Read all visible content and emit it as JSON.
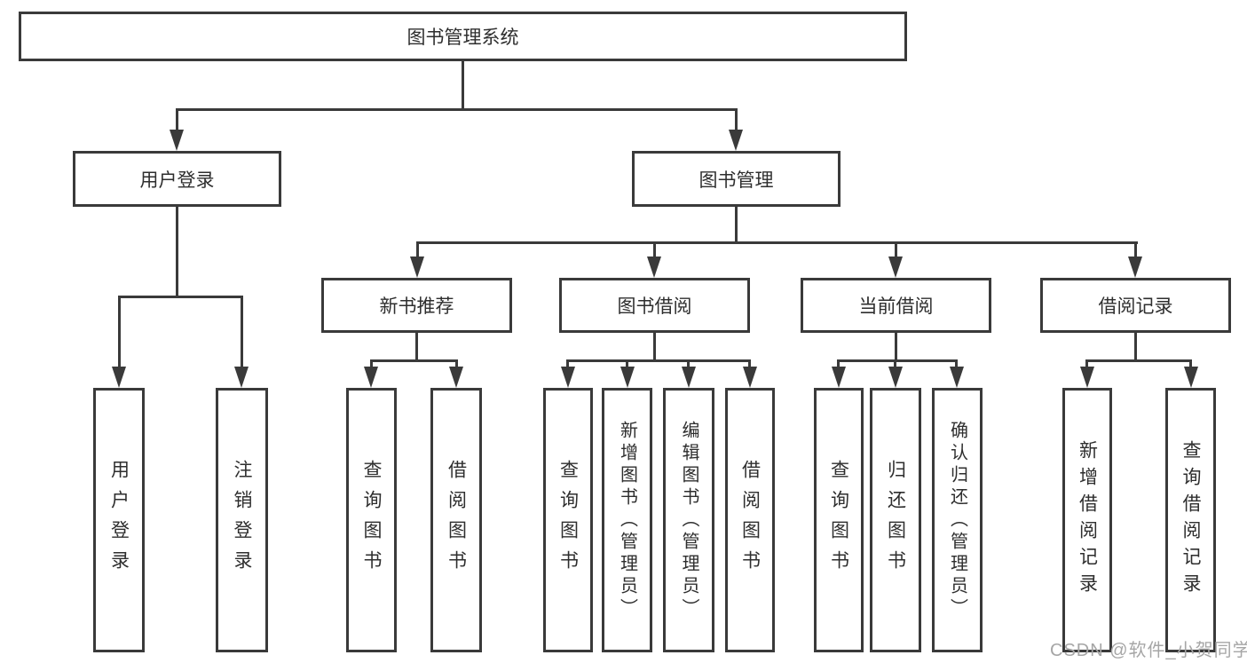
{
  "colors": {
    "line": "#3a3a3a",
    "text": "#2e2e2e",
    "background": "#ffffff",
    "watermark": "#a6a6a6"
  },
  "nodes": {
    "root": "图书管理系统",
    "level1": [
      "用户登录",
      "图书管理"
    ],
    "level2": [
      "新书推荐",
      "图书借阅",
      "当前借阅",
      "借阅记录"
    ],
    "level3": [
      "用户登录",
      "注销登录",
      "查询图书",
      "借阅图书",
      "查询图书",
      "新增图书（管理员）",
      "编辑图书（管理员）",
      "借阅图书",
      "查询图书",
      "归还图书",
      "确认归还（管理员）",
      "新增借阅记录",
      "查询借阅记录"
    ]
  },
  "watermark": "CSDN @软件_小贺同学"
}
